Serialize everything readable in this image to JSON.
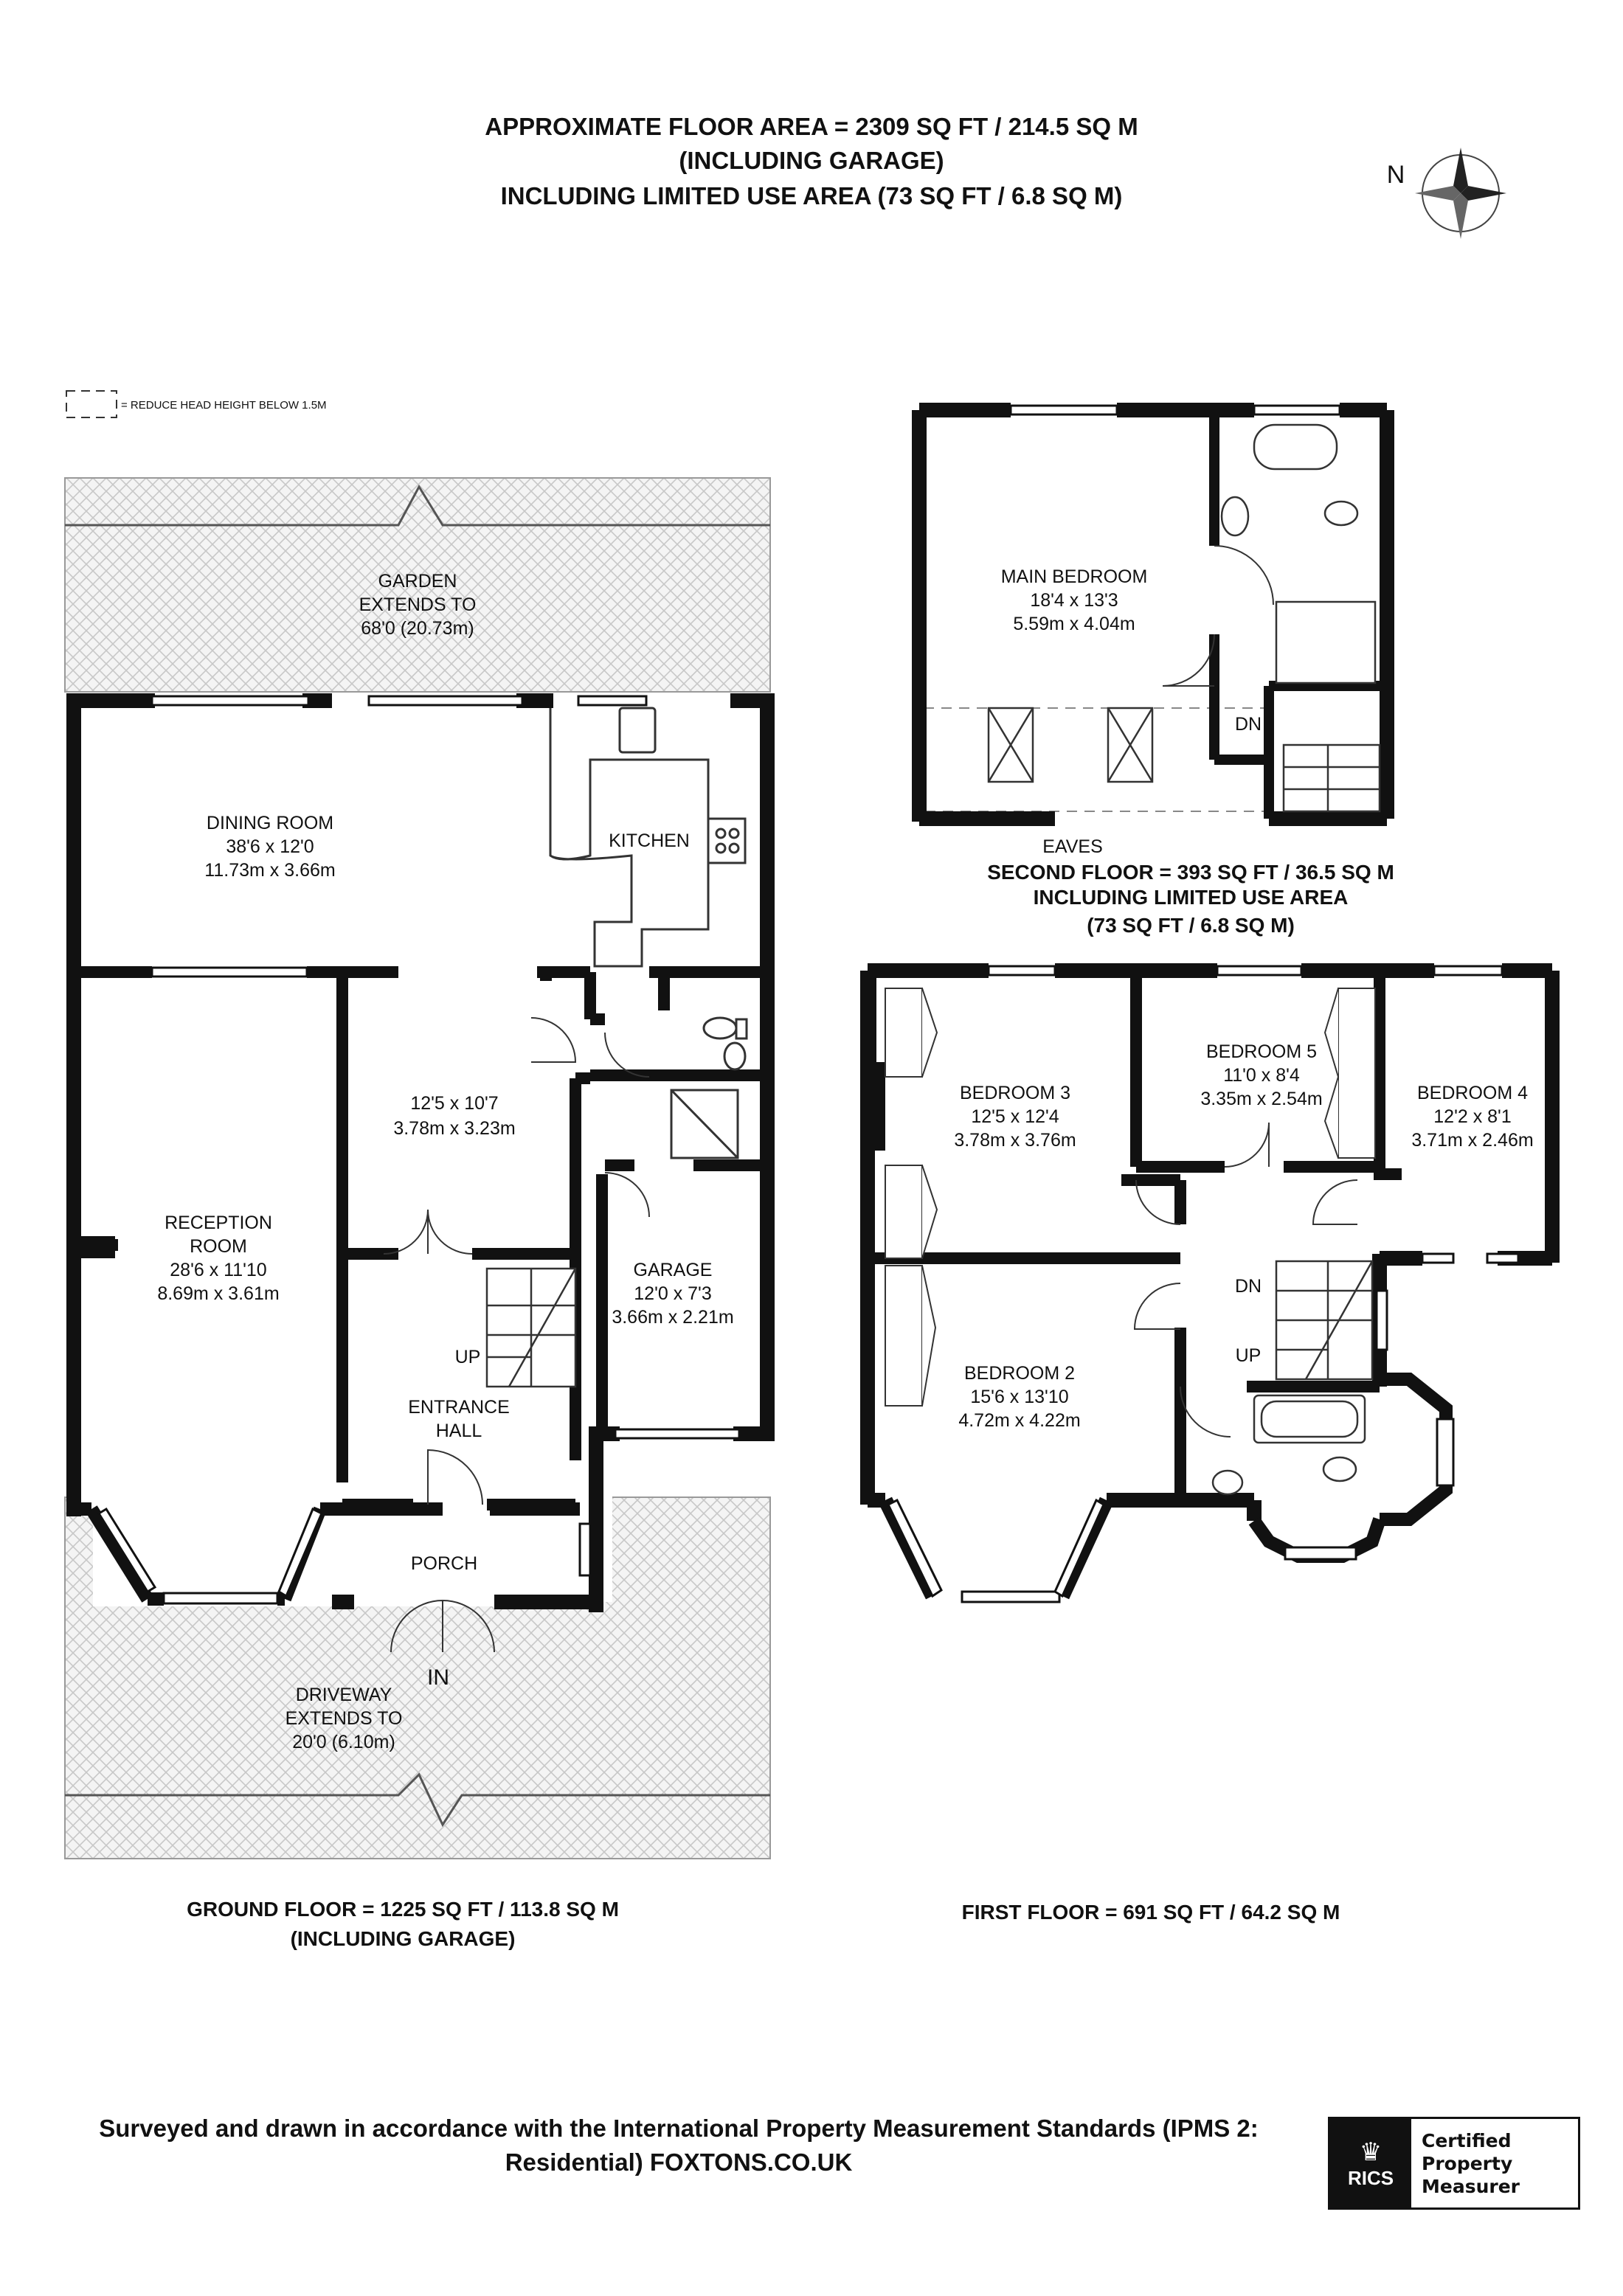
{
  "header": {
    "line1": "APPROXIMATE FLOOR AREA = 2309 SQ FT / 214.5 SQ M",
    "line2": "(INCLUDING GARAGE)",
    "line3": "INCLUDING LIMITED USE AREA (73 SQ FT / 6.8 SQ M)"
  },
  "compass": {
    "label": "N",
    "icon": "compass-rose-icon"
  },
  "legend": {
    "text": "= REDUCE HEAD HEIGHT BELOW 1.5M"
  },
  "ground_floor": {
    "garden": {
      "line1": "GARDEN",
      "line2": "EXTENDS TO",
      "line3": "68'0 (20.73m)"
    },
    "dining_room": {
      "name": "DINING ROOM",
      "imperial": "38'6 x 12'0",
      "metric": "11.73m x 3.66m"
    },
    "kitchen": {
      "name": "KITCHEN"
    },
    "hall_room": {
      "imperial": "12'5 x 10'7",
      "metric": "3.78m x 3.23m"
    },
    "reception": {
      "name1": "RECEPTION",
      "name2": "ROOM",
      "imperial": "28'6 x 11'10",
      "metric": "8.69m x 3.61m"
    },
    "garage": {
      "name": "GARAGE",
      "imperial": "12'0 x 7'3",
      "metric": "3.66m x 2.21m"
    },
    "stairs_label": "UP",
    "entrance": {
      "line1": "ENTRANCE",
      "line2": "HALL"
    },
    "porch": {
      "name": "PORCH"
    },
    "entry_label": "IN",
    "driveway": {
      "line1": "DRIVEWAY",
      "line2": "EXTENDS TO",
      "line3": "20'0 (6.10m)"
    },
    "caption": {
      "line1": "GROUND FLOOR = 1225 SQ FT / 113.8 SQ M",
      "line2": "(INCLUDING GARAGE)"
    }
  },
  "second_floor": {
    "main_bedroom": {
      "name": "MAIN BEDROOM",
      "imperial": "18'4 x 13'3",
      "metric": "5.59m x 4.04m"
    },
    "stairs_label": "DN",
    "eaves": "EAVES",
    "caption": {
      "line1": "SECOND FLOOR = 393 SQ FT / 36.5 SQ M",
      "line2": "INCLUDING LIMITED USE AREA",
      "line3": "(73 SQ FT / 6.8 SQ M)"
    }
  },
  "first_floor": {
    "bedroom3": {
      "name": "BEDROOM 3",
      "imperial": "12'5 x 12'4",
      "metric": "3.78m x 3.76m"
    },
    "bedroom5": {
      "name": "BEDROOM 5",
      "imperial": "11'0 x 8'4",
      "metric": "3.35m x 2.54m"
    },
    "bedroom4": {
      "name": "BEDROOM 4",
      "imperial": "12'2 x 8'1",
      "metric": "3.71m x 2.46m"
    },
    "bedroom2": {
      "name": "BEDROOM 2",
      "imperial": "15'6 x 13'10",
      "metric": "4.72m x 4.22m"
    },
    "stairs_dn": "DN",
    "stairs_up": "UP",
    "caption": "FIRST FLOOR = 691 SQ FT / 64.2 SQ M"
  },
  "footer": {
    "line1": "Surveyed and drawn in accordance with the International Property Measurement Standards (IPMS 2:",
    "line2": "Residential) FOXTONS.CO.UK"
  },
  "badge": {
    "logo_text": "RICS",
    "line1": "Certified",
    "line2": "Property",
    "line3": "Measurer"
  },
  "colors": {
    "wall": "#111111",
    "hatch": "#cccccc",
    "background": "#ffffff"
  }
}
